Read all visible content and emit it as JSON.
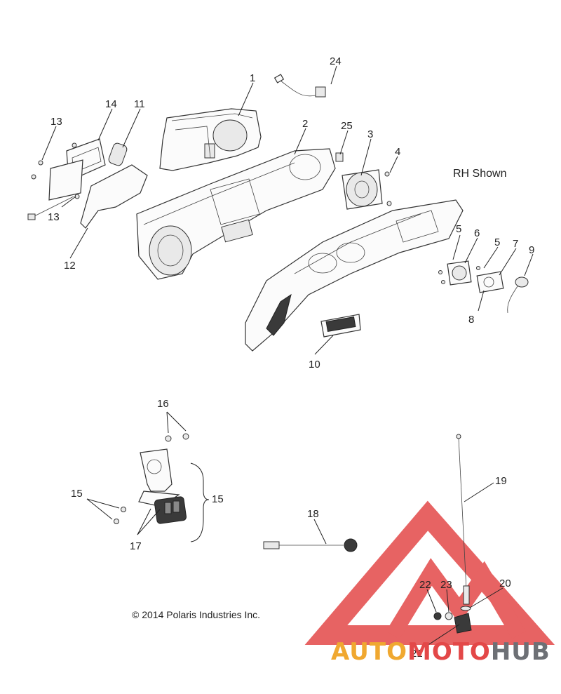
{
  "diagram": {
    "callouts": [
      "24",
      "1",
      "14",
      "11",
      "2",
      "25",
      "3",
      "4",
      "13",
      "13",
      "12",
      "5",
      "6",
      "5",
      "7",
      "9",
      "8",
      "10",
      "16",
      "15",
      "15",
      "17",
      "18",
      "19",
      "22",
      "23",
      "20",
      "21"
    ],
    "note": "RH Shown",
    "copyright": "© 2014 Polaris Industries Inc.",
    "watermark": {
      "part1": "AUTO",
      "part2": "MOTO",
      "part3": "HUB",
      "colors": {
        "accent": "#f0a830",
        "red": "#e34848",
        "gray": "#6d7075"
      }
    }
  }
}
